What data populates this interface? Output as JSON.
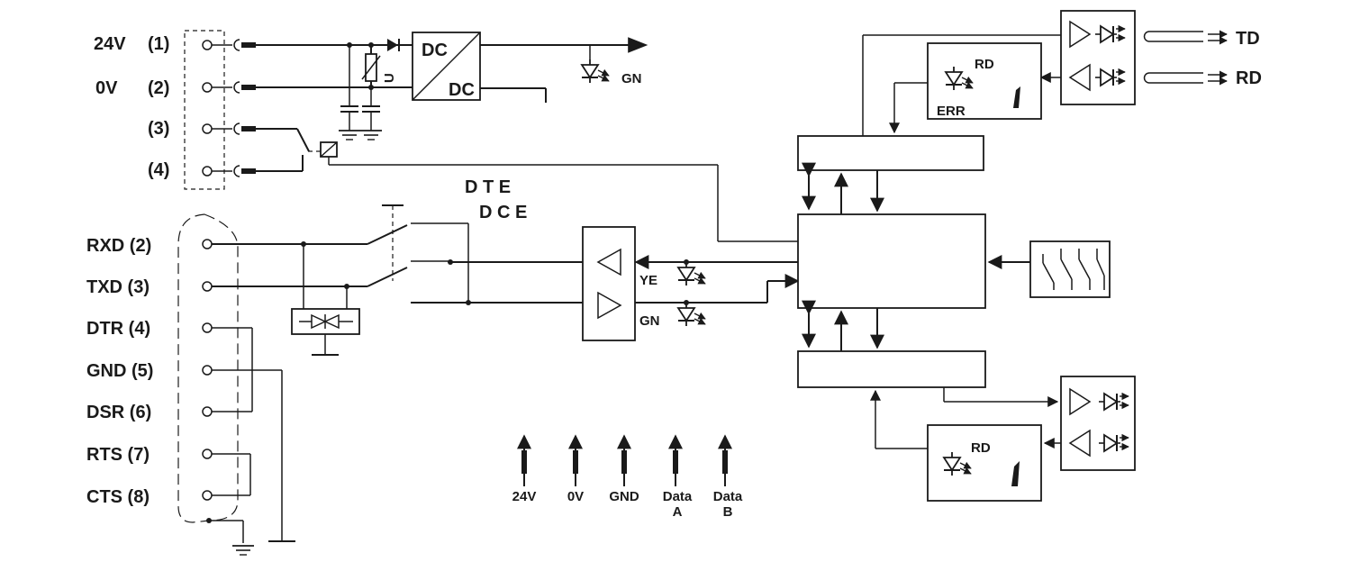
{
  "power_terminals": [
    {
      "signal": "24V",
      "pin": "(1)"
    },
    {
      "signal": "0V",
      "pin": "(2)"
    },
    {
      "signal": "",
      "pin": "(3)"
    },
    {
      "signal": "",
      "pin": "(4)"
    }
  ],
  "sub_d_pins": [
    "RXD (2)",
    "TXD (3)",
    "DTR (4)",
    "GND (5)",
    "DSR (6)",
    "RTS (7)",
    "CTS (8)"
  ],
  "converter": {
    "input": "DC",
    "output": "DC",
    "varistor": "U"
  },
  "led_power": "GN",
  "switch_labels": {
    "dte": "D T E",
    "dce": "D C E"
  },
  "driver_leds": {
    "yellow": "YE",
    "green": "GN"
  },
  "fo_top": {
    "led": "RD",
    "err": "ERR",
    "td": "TD",
    "rd": "RD"
  },
  "fo_bottom": {
    "led": "RD"
  },
  "bus_signals": [
    {
      "line1": "24V",
      "line2": ""
    },
    {
      "line1": "0V",
      "line2": ""
    },
    {
      "line1": "GND",
      "line2": ""
    },
    {
      "line1": "Data",
      "line2": "A"
    },
    {
      "line1": "Data",
      "line2": "B"
    }
  ]
}
